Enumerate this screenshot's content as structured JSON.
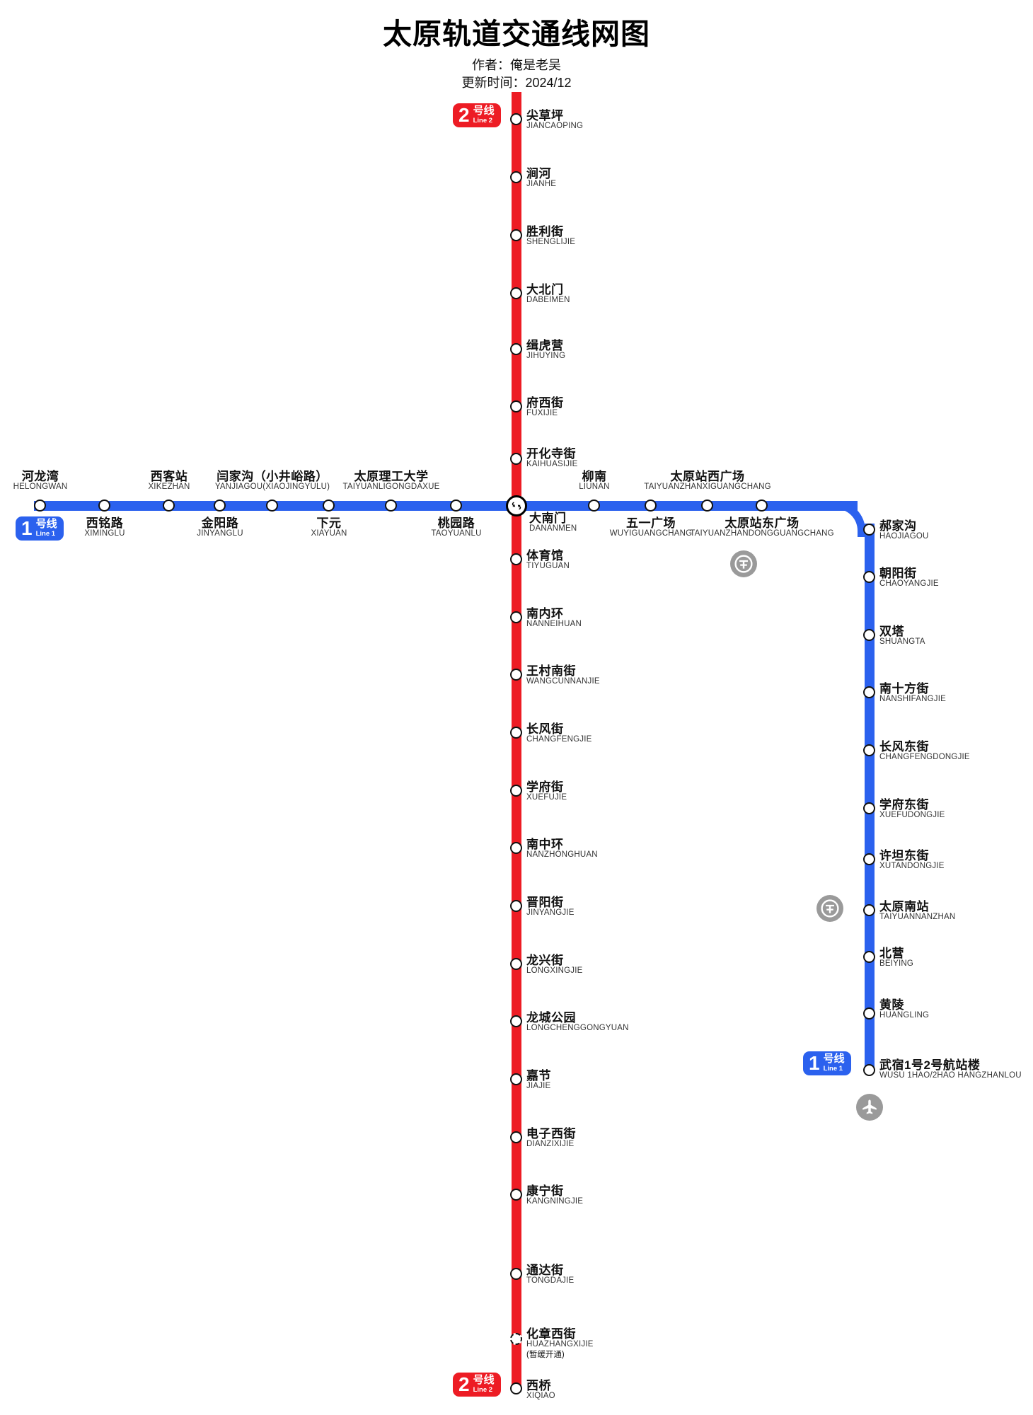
{
  "header": {
    "title": "太原轨道交通线网图",
    "author": "作者：俺是老吴",
    "updated": "更新时间：2024/12"
  },
  "colors": {
    "line1": "#2B61EE",
    "line2": "#ED1C24",
    "station_fill": "#FFFFFF",
    "station_stroke": "#111111",
    "facility_gray": "#9A9A9A"
  },
  "badges": {
    "line2_north": {
      "num": "2",
      "cn": "号线",
      "en": "Line 2"
    },
    "line2_south": {
      "num": "2",
      "cn": "号线",
      "en": "Line 2"
    },
    "line1_west": {
      "num": "1",
      "cn": "号线",
      "en": "Line 1"
    },
    "line1_south": {
      "num": "1",
      "cn": "号线",
      "en": "Line 1"
    }
  },
  "icons": {
    "interchange": "interchange-icon",
    "railway": "railway-station-icon",
    "airport": "airport-icon"
  },
  "lines": [
    {
      "id": "line2",
      "name_cn": "2号线",
      "name_en": "Line 2",
      "color": "#ED1C24",
      "stations": [
        {
          "cn": "尖草坪",
          "en": "JIANCAOPING"
        },
        {
          "cn": "涧河",
          "en": "JIANHE"
        },
        {
          "cn": "胜利街",
          "en": "SHENGLIJIE"
        },
        {
          "cn": "大北门",
          "en": "DABEIMEN"
        },
        {
          "cn": "缉虎营",
          "en": "JIHUYING"
        },
        {
          "cn": "府西街",
          "en": "FUXIJIE"
        },
        {
          "cn": "开化寺街",
          "en": "KAIHUASIJIE"
        },
        {
          "cn": "大南门",
          "en": "DANANMEN",
          "interchange": true
        },
        {
          "cn": "体育馆",
          "en": "TIYUGUAN"
        },
        {
          "cn": "南内环",
          "en": "NANNEIHUAN"
        },
        {
          "cn": "王村南街",
          "en": "WANGCUNNANJIE"
        },
        {
          "cn": "长风街",
          "en": "CHANGFENGJIE"
        },
        {
          "cn": "学府街",
          "en": "XUEFUJIE"
        },
        {
          "cn": "南中环",
          "en": "NANZHONGHUAN"
        },
        {
          "cn": "晋阳街",
          "en": "JINYANGJIE"
        },
        {
          "cn": "龙兴街",
          "en": "LONGXINGJIE"
        },
        {
          "cn": "龙城公园",
          "en": "LONGCHENGGONGYUAN"
        },
        {
          "cn": "嘉节",
          "en": "JIAJIE"
        },
        {
          "cn": "电子西街",
          "en": "DIANZIXIJIE"
        },
        {
          "cn": "康宁街",
          "en": "KANGNINGJIE"
        },
        {
          "cn": "通达街",
          "en": "TONGDAJIE"
        },
        {
          "cn": "化章西街",
          "en": "HUAZHANGXIJIE",
          "note": "(暂缓开通)",
          "pending": true
        },
        {
          "cn": "西桥",
          "en": "XIQIAO"
        }
      ]
    },
    {
      "id": "line1",
      "name_cn": "1号线",
      "name_en": "Line 1",
      "color": "#2B61EE",
      "stations": [
        {
          "cn": "河龙湾",
          "en": "HELONGWAN"
        },
        {
          "cn": "西铭路",
          "en": "XIMINGLU"
        },
        {
          "cn": "西客站",
          "en": "XIKEZHAN"
        },
        {
          "cn": "金阳路",
          "en": "JINYANGLU"
        },
        {
          "cn": "闫家沟（小井峪路）",
          "en": "YANJIAGOU(XIAOJINGYULU)"
        },
        {
          "cn": "下元",
          "en": "XIAYUAN"
        },
        {
          "cn": "太原理工大学",
          "en": "TAIYUANLIGONGDAXUE"
        },
        {
          "cn": "桃园路",
          "en": "TAOYUANLU"
        },
        {
          "cn": "大南门",
          "en": "DANANMEN",
          "interchange": true
        },
        {
          "cn": "柳南",
          "en": "LIUNAN"
        },
        {
          "cn": "五一广场",
          "en": "WUYIGUANGCHANG"
        },
        {
          "cn": "太原站西广场",
          "en": "TAIYUANZHANXIGUANGCHANG"
        },
        {
          "cn": "太原站东广场",
          "en": "TAIYUANZHANDONGGUANGCHANG"
        },
        {
          "cn": "郝家沟",
          "en": "HAOJIAGOU"
        },
        {
          "cn": "朝阳街",
          "en": "CHAOYANGJIE"
        },
        {
          "cn": "双塔",
          "en": "SHUANGTA"
        },
        {
          "cn": "南十方街",
          "en": "NANSHIFANGJIE"
        },
        {
          "cn": "长风东街",
          "en": "CHANGFENGDONGJIE"
        },
        {
          "cn": "学府东街",
          "en": "XUEFUDONGJIE"
        },
        {
          "cn": "许坦东街",
          "en": "XUTANDONGJIE"
        },
        {
          "cn": "太原南站",
          "en": "TAIYUANNANZHAN"
        },
        {
          "cn": "北营",
          "en": "BEIYING"
        },
        {
          "cn": "黄陵",
          "en": "HUANGLING"
        },
        {
          "cn": "武宿1号2号航站楼",
          "en": "WUSU 1HAO/2HAO HANGZHANLOU"
        }
      ]
    }
  ]
}
